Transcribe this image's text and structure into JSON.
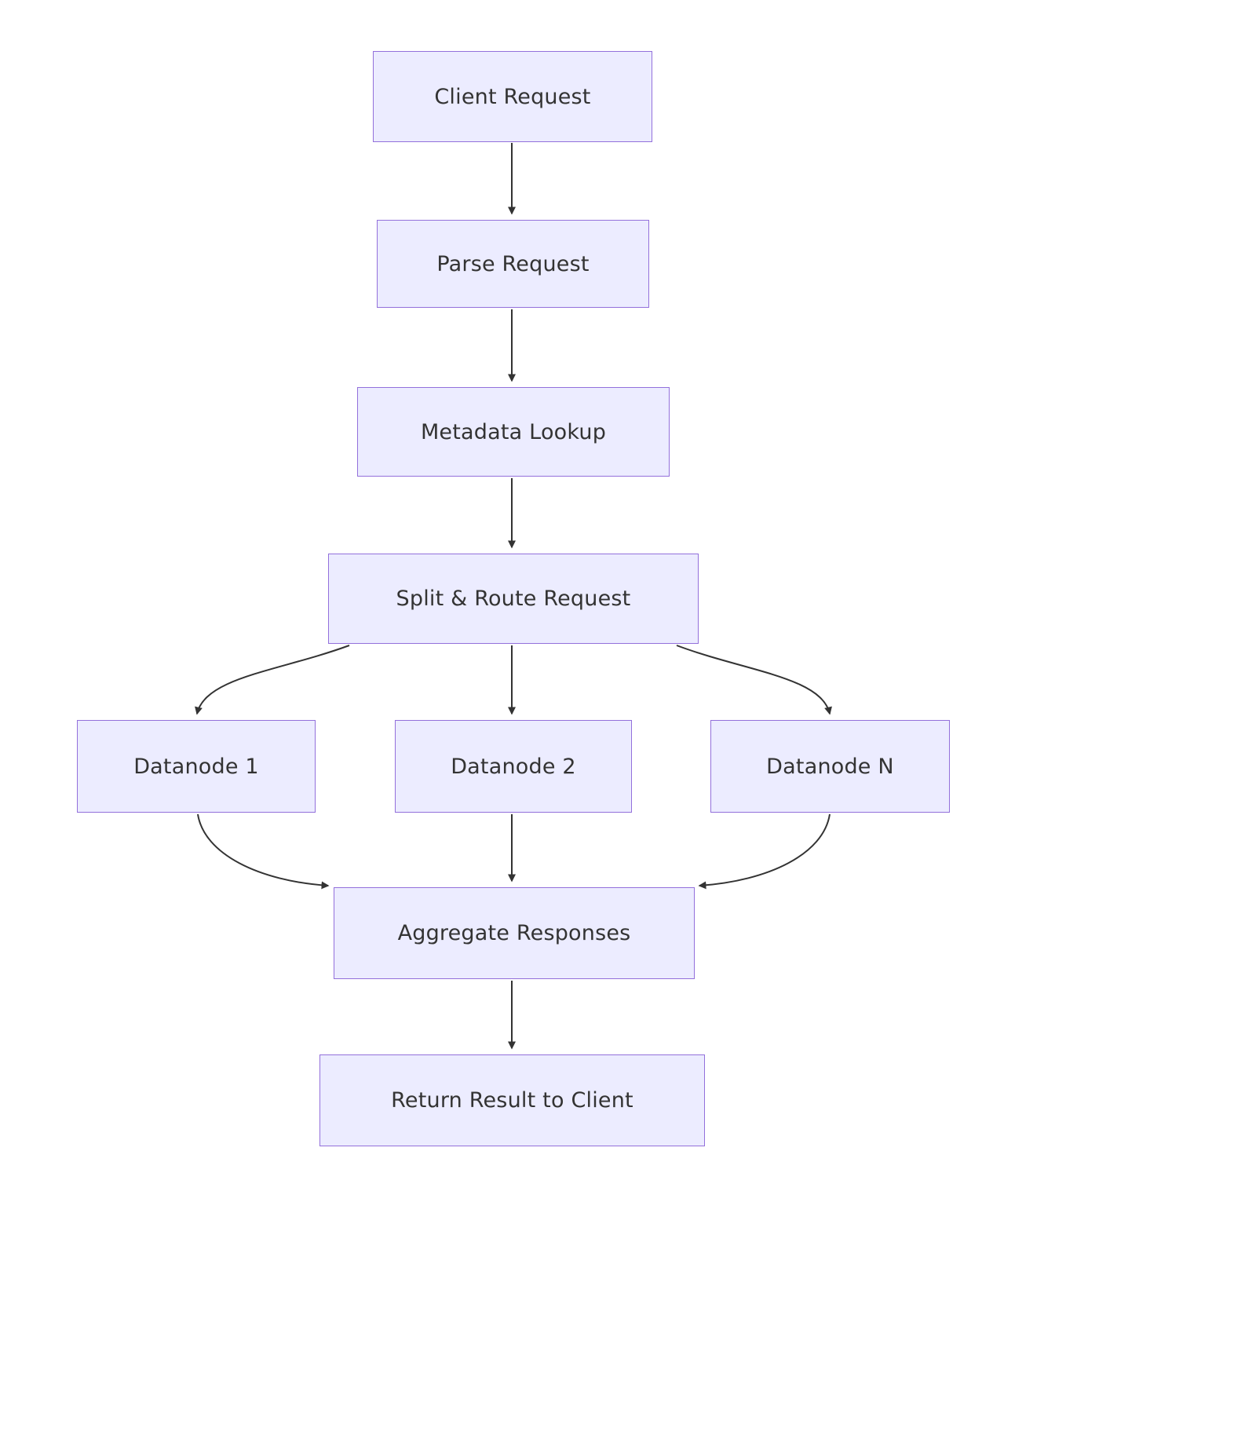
{
  "diagram": {
    "type": "flowchart",
    "direction": "top-down",
    "colors": {
      "node_fill": "#ECECFF",
      "node_border": "#9370DB",
      "text": "#333333",
      "arrow": "#333333"
    },
    "nodes": [
      {
        "id": "client",
        "label": "Client Request"
      },
      {
        "id": "parse",
        "label": "Parse Request"
      },
      {
        "id": "metadata",
        "label": "Metadata Lookup"
      },
      {
        "id": "split",
        "label": "Split & Route Request"
      },
      {
        "id": "dn1",
        "label": "Datanode 1"
      },
      {
        "id": "dn2",
        "label": "Datanode 2"
      },
      {
        "id": "dnn",
        "label": "Datanode N"
      },
      {
        "id": "aggregate",
        "label": "Aggregate Responses"
      },
      {
        "id": "return",
        "label": "Return Result to Client"
      }
    ],
    "edges": [
      {
        "from": "Client Request",
        "to": "Parse Request"
      },
      {
        "from": "Parse Request",
        "to": "Metadata Lookup"
      },
      {
        "from": "Metadata Lookup",
        "to": "Split & Route Request"
      },
      {
        "from": "Split & Route Request",
        "to": "Datanode 1"
      },
      {
        "from": "Split & Route Request",
        "to": "Datanode 2"
      },
      {
        "from": "Split & Route Request",
        "to": "Datanode N"
      },
      {
        "from": "Datanode 1",
        "to": "Aggregate Responses"
      },
      {
        "from": "Datanode 2",
        "to": "Aggregate Responses"
      },
      {
        "from": "Datanode N",
        "to": "Aggregate Responses"
      },
      {
        "from": "Aggregate Responses",
        "to": "Return Result to Client"
      }
    ]
  }
}
